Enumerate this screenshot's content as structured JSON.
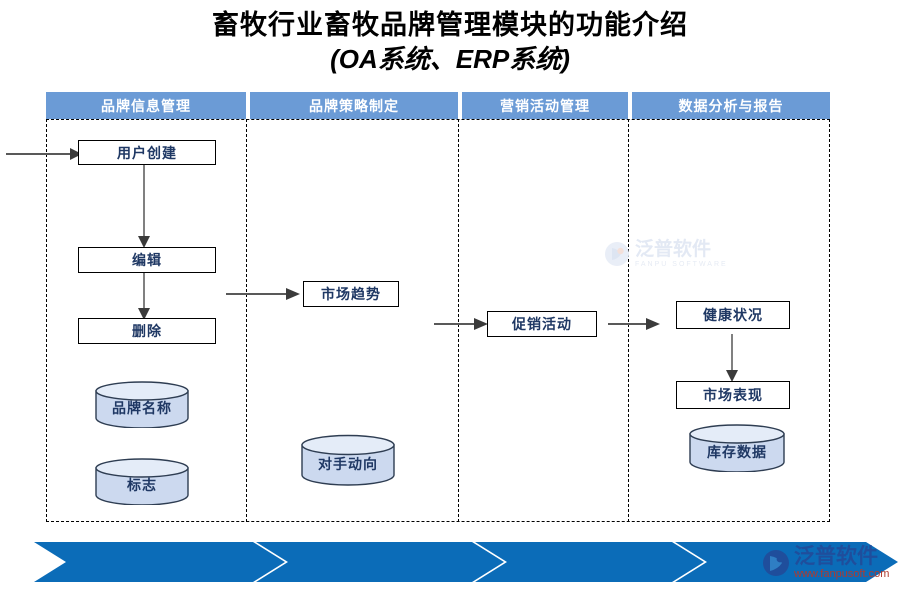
{
  "title": {
    "line1": "畜牧行业畜牧品牌管理模块的功能介绍",
    "line2": "(OA系统、ERP系统)"
  },
  "header": {
    "columns": [
      {
        "label": "品牌信息管理"
      },
      {
        "label": "品牌策略制定"
      },
      {
        "label": "营销活动管理"
      },
      {
        "label": "数据分析与报告"
      }
    ],
    "background_color": "#6b9bd6",
    "text_color": "#ffffff"
  },
  "lanes": [
    {
      "name": "品牌信息管理",
      "boxes": [
        {
          "label": "用户创建"
        },
        {
          "label": "编辑"
        },
        {
          "label": "删除"
        }
      ],
      "cylinders": [
        {
          "label": "品牌名称"
        },
        {
          "label": "标志"
        }
      ]
    },
    {
      "name": "品牌策略制定",
      "boxes": [
        {
          "label": "市场趋势"
        }
      ],
      "cylinders": [
        {
          "label": "对手动向"
        }
      ]
    },
    {
      "name": "营销活动管理",
      "boxes": [
        {
          "label": "促销活动"
        }
      ],
      "cylinders": []
    },
    {
      "name": "数据分析与报告",
      "boxes": [
        {
          "label": "健康状况"
        },
        {
          "label": "市场表现"
        }
      ],
      "cylinders": [
        {
          "label": "库存数据"
        }
      ]
    }
  ],
  "watermark": {
    "brand": "泛普软件",
    "sub": "FANPU SOFTWARE"
  },
  "footer_logo": {
    "brand": "泛普软件",
    "url": "www.fanpusoft.com"
  },
  "colors": {
    "header_blue": "#6b9bd6",
    "ribbon_blue": "#0b6cb8",
    "box_text": "#1f3864",
    "cylinder_fill": "#ccd9ef",
    "cylinder_stroke": "#2e3d52",
    "arrow": "#595959"
  }
}
